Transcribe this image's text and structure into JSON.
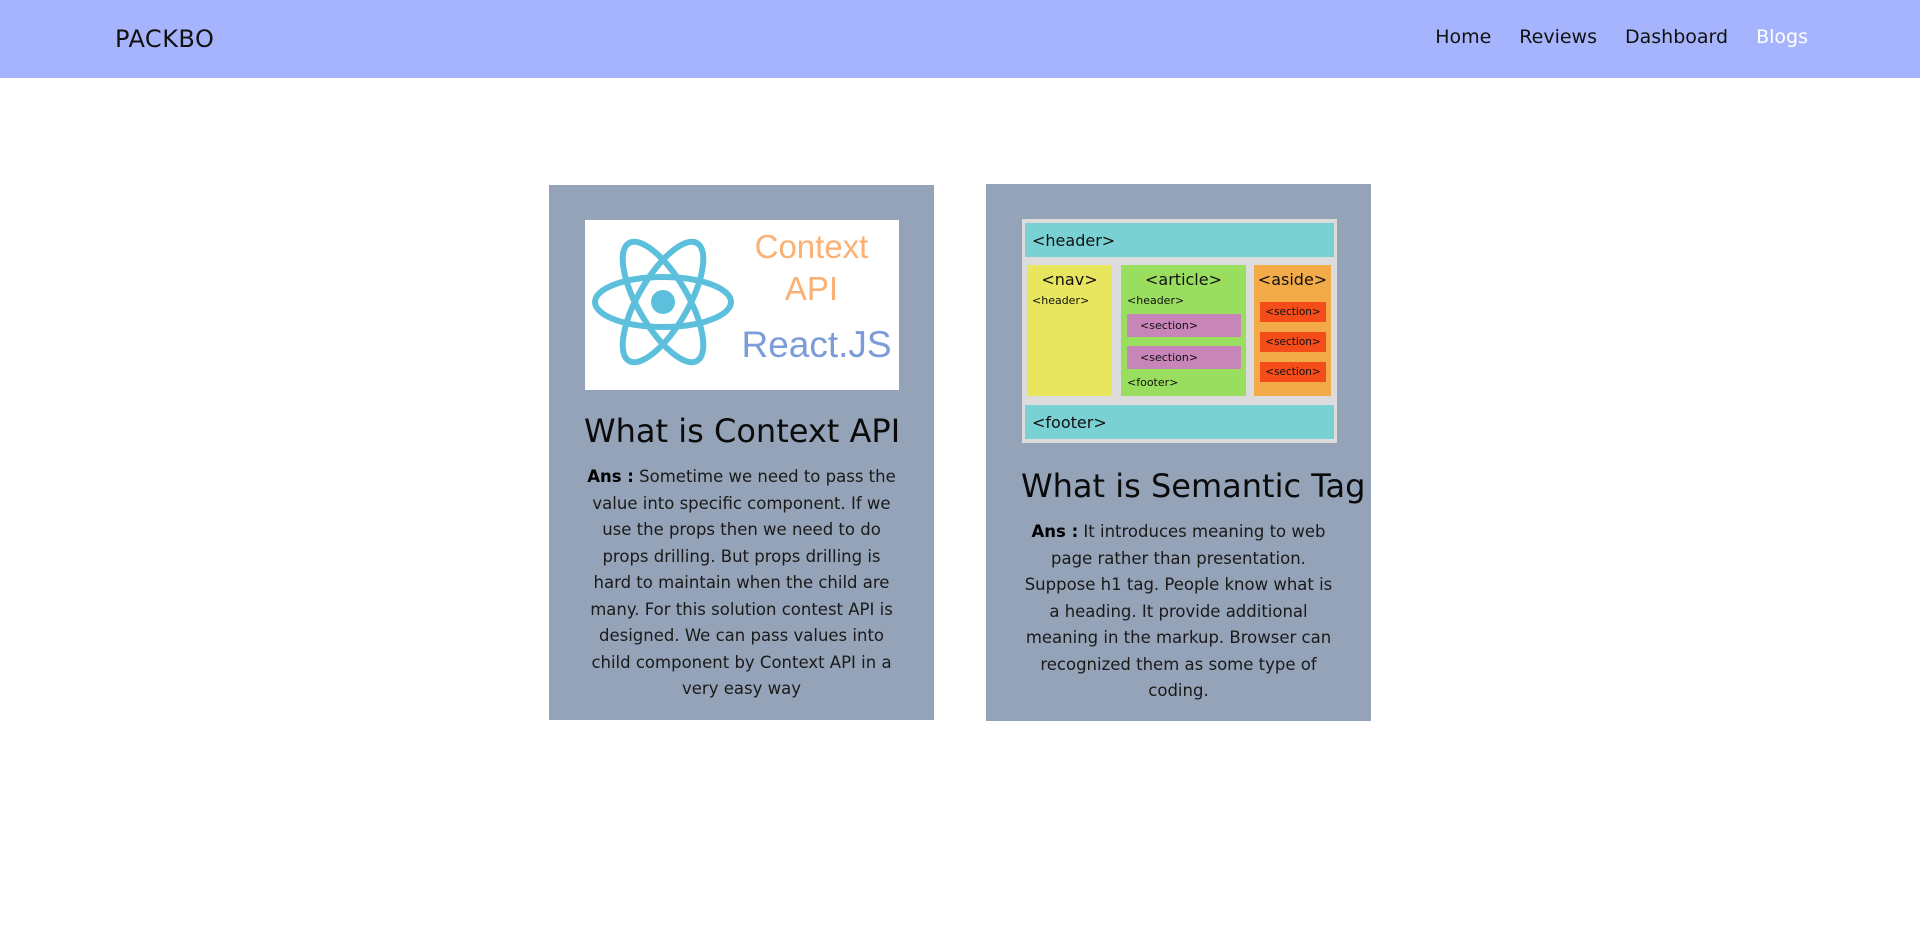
{
  "navbar": {
    "brand": "PACKBO",
    "links": [
      {
        "label": "Home",
        "active": false
      },
      {
        "label": "Reviews",
        "active": false
      },
      {
        "label": "Dashboard",
        "active": false
      },
      {
        "label": "Blogs",
        "active": true
      }
    ],
    "background": "#a5b4fc"
  },
  "cards": [
    {
      "image": {
        "icon": "react-atom-icon",
        "context_line1": "Context",
        "context_line2": "API",
        "react_label": "React.JS"
      },
      "title": "What is Context API",
      "ans_label": "Ans :",
      "answer": "Sometime we need to pass the value into specific component. If we use the props then we need to do props drilling. But props drilling is hard to maintain when the child are many. For this solution contest API is designed. We can pass values into child component by Context API in a very easy way"
    },
    {
      "image": {
        "header": "<header>",
        "nav": "<nav>",
        "nav_header": "<header>",
        "article": "<article>",
        "article_header": "<header>",
        "article_section_1": "<section>",
        "article_section_2": "<section>",
        "article_footer": "<footer>",
        "aside": "<aside>",
        "aside_section_1": "<section>",
        "aside_section_2": "<section>",
        "aside_section_3": "<section>",
        "footer": "<footer>"
      },
      "title": "What is Semantic Tag",
      "ans_label": "Ans :",
      "answer": "It introduces meaning to web page rather than presentation. Suppose h1 tag. People know what is a heading. It provide additional meaning in the markup. Browser can recognized them as some type of coding."
    }
  ],
  "colors": {
    "card_bg": "#94a3b8",
    "react_blue": "#5cc0dc",
    "context_orange": "#fbb074",
    "reactjs_blue": "#7b9cd8",
    "sem_teal": "#7ad1d4",
    "sem_yellow": "#e8e55f",
    "sem_green": "#9ade5f",
    "sem_orange": "#f3ab49",
    "sem_pink": "#c785b8",
    "sem_red": "#f44d19"
  }
}
